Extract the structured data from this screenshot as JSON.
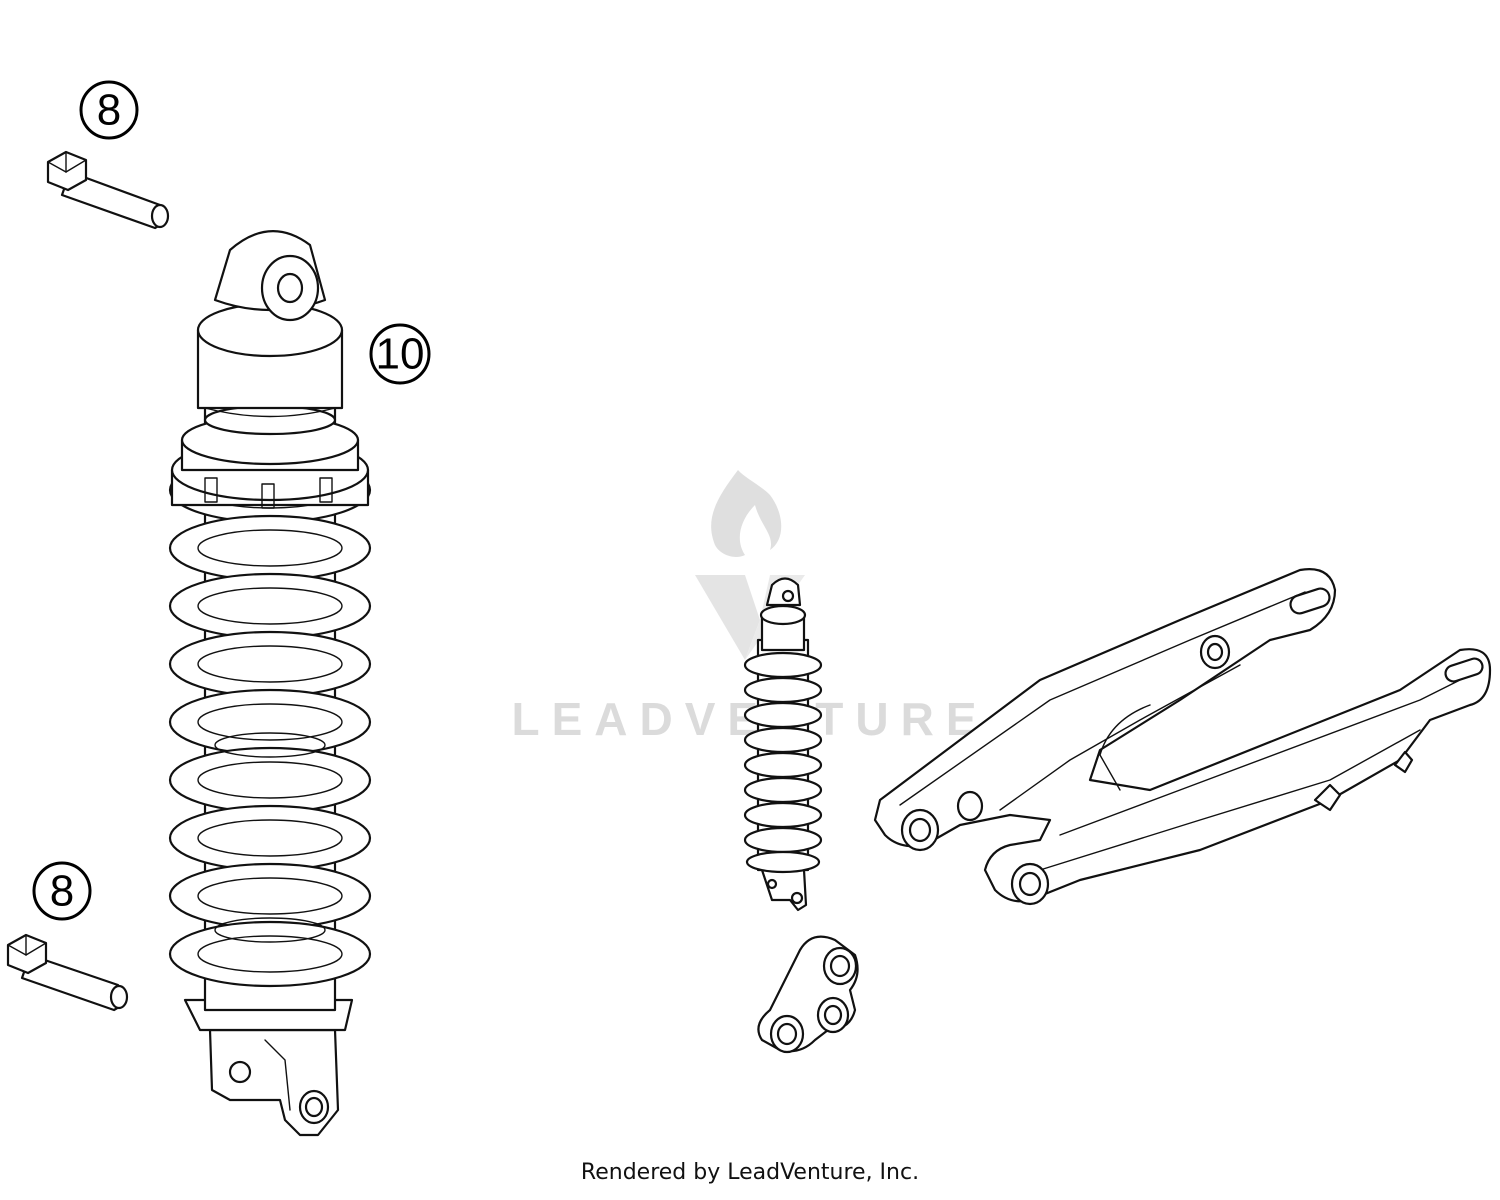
{
  "callouts": [
    {
      "id": "bolt-upper",
      "label": "8"
    },
    {
      "id": "shock",
      "label": "10"
    },
    {
      "id": "bolt-lower",
      "label": "8"
    }
  ],
  "watermark": {
    "text": "LEADVENTURE",
    "icon": "flame-v-logo-icon"
  },
  "footer": {
    "text": "Rendered by LeadVenture, Inc."
  },
  "colors": {
    "line": "#111111",
    "watermark": "#d8d8d8",
    "background": "#ffffff"
  }
}
